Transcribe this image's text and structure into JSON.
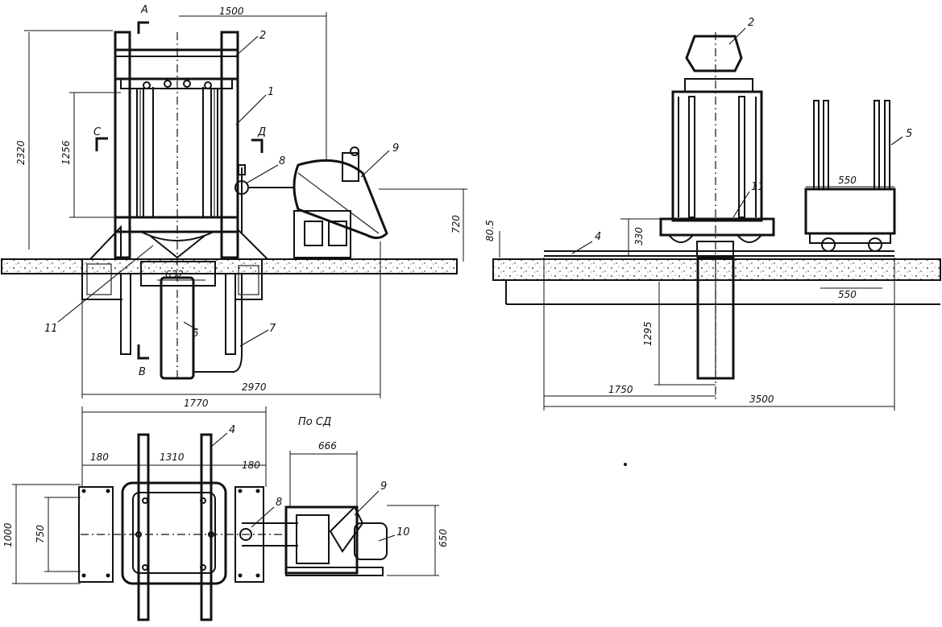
{
  "front_view": {
    "section_marks": [
      "A",
      "C",
      "Д",
      "B"
    ],
    "dimensions": [
      "1500",
      "2320",
      "1256",
      "632",
      "720",
      "2970",
      "1770"
    ],
    "callouts": [
      "2",
      "1",
      "8",
      "9",
      "11",
      "6",
      "7"
    ]
  },
  "side_view": {
    "dimensions": [
      "80.5",
      "330",
      "550",
      "550",
      "1295",
      "1750",
      "3500"
    ],
    "callouts": [
      "2",
      "5",
      "11",
      "4"
    ]
  },
  "plan_view": {
    "title": "По СД",
    "dimensions": [
      "1310",
      "180",
      "180",
      "666",
      "1000",
      "750",
      "650"
    ],
    "callouts": [
      "4",
      "8",
      "9",
      "10"
    ]
  }
}
